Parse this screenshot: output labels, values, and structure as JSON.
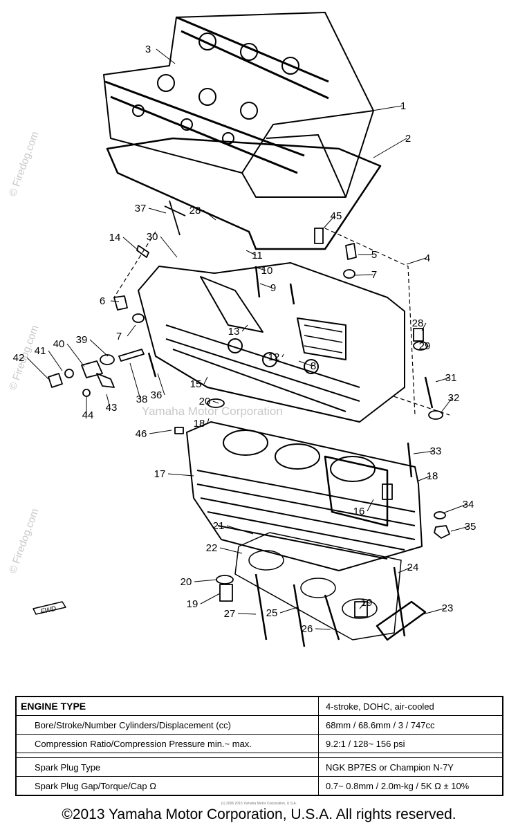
{
  "watermarks": {
    "side_text": "© Firedog.com",
    "center_text": "Yamaha Motor Corporation"
  },
  "fwd_label": "FWD",
  "callouts": [
    "1",
    "2",
    "3",
    "4",
    "5",
    "6",
    "7",
    "7",
    "8",
    "9",
    "10",
    "11",
    "12",
    "13",
    "14",
    "15",
    "16",
    "17",
    "18",
    "18",
    "19",
    "19",
    "20",
    "20",
    "21",
    "22",
    "23",
    "24",
    "25",
    "26",
    "27",
    "28",
    "28",
    "29",
    "30",
    "31",
    "32",
    "33",
    "34",
    "35",
    "36",
    "37",
    "38",
    "39",
    "40",
    "41",
    "42",
    "43",
    "44",
    "45",
    "46"
  ],
  "spec_table": {
    "rows": [
      {
        "label": "ENGINE TYPE",
        "value": "4-stroke, DOHC, air-cooled"
      },
      {
        "label": "Bore/Stroke/Number Cylinders/Displacement (cc)",
        "value": "68mm / 68.6mm / 3 / 747cc"
      },
      {
        "label": "Compression Ratio/Compression Pressure  min.~ max.",
        "value": "9.2:1 / 128~ 156 psi"
      },
      {
        "label": "Spark Plug Type",
        "value": "NGK BP7ES or Champion N-7Y"
      },
      {
        "label": "Spark Plug Gap/Torque/Cap Ω",
        "value": "0.7~ 0.8mm / 2.0m-kg / 5K Ω ± 10%"
      }
    ]
  },
  "small_copyright": "(c) 2006 2015 Yamaha Motor Corporation, U.S.A.",
  "copyright": "©2013 Yamaha Motor Corporation, U.S.A. All rights reserved."
}
